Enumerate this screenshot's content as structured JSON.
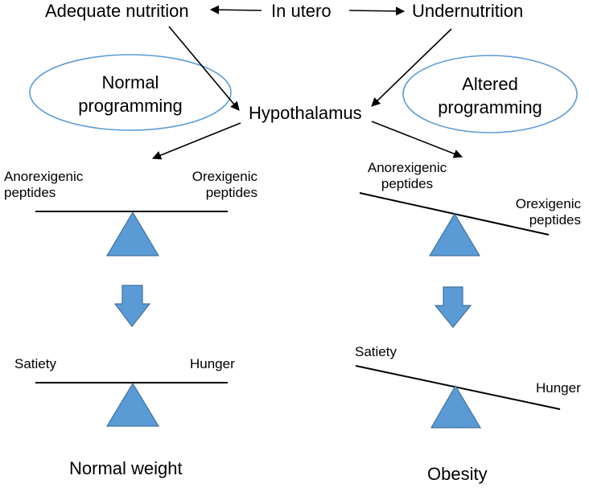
{
  "top": {
    "left": "Adequate nutrition",
    "center": "In utero",
    "right": "Undernutrition"
  },
  "hub": "Hypothalamus",
  "ovals": {
    "left": [
      "Normal",
      "programming"
    ],
    "right": [
      "Altered",
      "programming"
    ]
  },
  "left_branch": {
    "peptides_left": [
      "Anorexigenic",
      "peptides"
    ],
    "peptides_right": [
      "Orexigenic",
      "peptides"
    ],
    "behavior_left": "Satiety",
    "behavior_right": "Hunger",
    "outcome": "Normal weight"
  },
  "right_branch": {
    "peptides_left": [
      "Anorexigenic",
      "peptides"
    ],
    "peptides_right": [
      "Orexigenic",
      "peptides"
    ],
    "behavior_left": "Satiety",
    "behavior_right": "Hunger",
    "outcome": "Obesity"
  },
  "colors": {
    "fulcrum_fill": "#5b9bd5",
    "fulcrum_stroke": "#41719c",
    "oval_stroke": "#5b9bd5",
    "line": "#000000"
  }
}
